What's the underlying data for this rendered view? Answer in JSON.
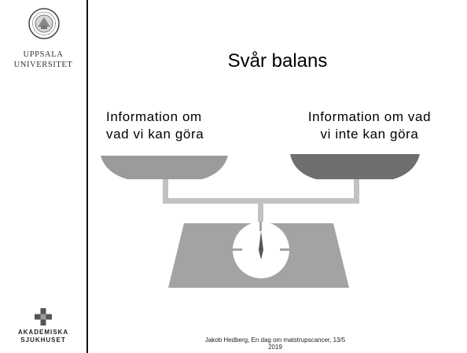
{
  "sidebar": {
    "university_name": "UPPSALA\nUNIVERSITET",
    "hospital_name": "AKADEMISKA\nSJUKHUSET"
  },
  "slide": {
    "title": "Svår balans",
    "left_caption": "Information om\nvad vi kan göra",
    "right_caption": "Information om vad\nvi inte kan göra",
    "footer": "Jakob Hedberg, En dag om matstrupscancer, 13/5\n2019"
  },
  "colors": {
    "scale_left_pan": "#9b9b9b",
    "scale_right_pan": "#6f6f6f",
    "scale_body": "#a3a3a3",
    "scale_beam": "#c2c2c2",
    "needle": "#555555"
  }
}
